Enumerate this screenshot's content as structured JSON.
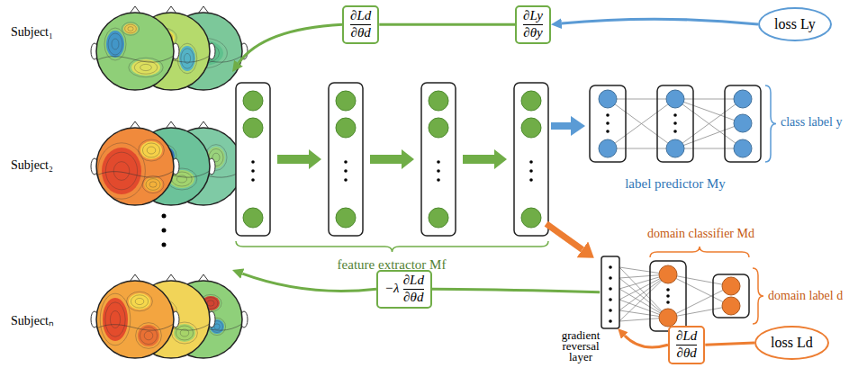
{
  "diagram": {
    "nodes": [
      {
        "text": [
          "∂Ld",
          "∂θd"
        ]
      },
      {
        "text": [
          "∂Ly",
          "∂θy"
        ]
      },
      {
        "text": [
          "loss Ly"
        ]
      },
      {
        "text": [
          "feature extractor Mf"
        ]
      },
      {
        "text": [
          "label predictor My"
        ]
      },
      {
        "text": [
          "domain classifier Md"
        ]
      },
      {
        "text": [
          "−λ",
          "∂Ld",
          "∂θd"
        ]
      },
      {
        "text": [
          "gradient reversal layer"
        ]
      },
      {
        "text": [
          "∂Ld",
          "∂θd"
        ]
      },
      {
        "text": [
          "loss Ld"
        ]
      }
    ],
    "edges": [
      {
        "from": 2,
        "to": 1,
        "arrow": "to"
      },
      {
        "from": 1,
        "to": 0,
        "arrow": "none"
      },
      {
        "from": 0,
        "to": 3,
        "arrow": "to"
      },
      {
        "from": 3,
        "to": 4,
        "arrow": "to"
      },
      {
        "from": 3,
        "to": 7,
        "arrow": "to"
      },
      {
        "from": 7,
        "to": 6,
        "arrow": "none"
      },
      {
        "from": 6,
        "to": 3,
        "arrow": "to"
      },
      {
        "from": 9,
        "to": 8,
        "arrow": "none"
      },
      {
        "from": 8,
        "to": 7,
        "arrow": "to"
      }
    ],
    "labels": [
      "Subject₁",
      "Subject₂",
      "Subjectₙ",
      "class label y",
      "domain label d"
    ]
  }
}
